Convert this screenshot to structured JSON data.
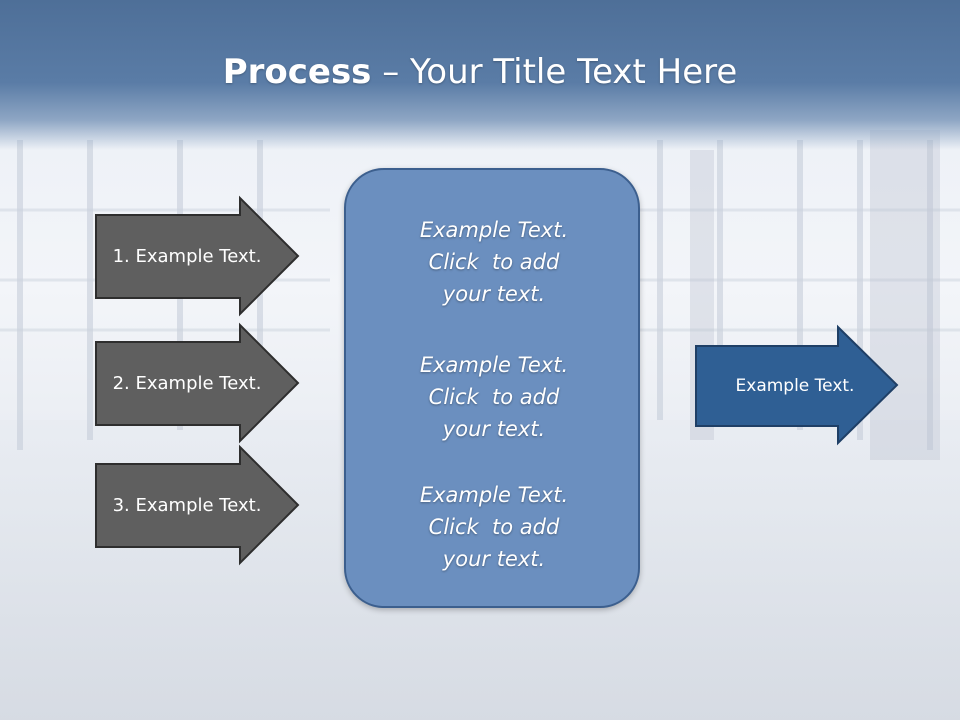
{
  "title": {
    "bold": "Process",
    "rest": " – Your Title Text Here"
  },
  "left_arrows": [
    {
      "label": "1. Example Text."
    },
    {
      "label": "2. Example Text."
    },
    {
      "label": "3. Example Text."
    }
  ],
  "center_box": {
    "blocks": [
      {
        "lines": [
          "Example Text.",
          "Click  to add",
          "your text."
        ]
      },
      {
        "lines": [
          "Example Text.",
          "Click  to add",
          "your text."
        ]
      },
      {
        "lines": [
          "Example Text.",
          "Click  to add",
          "your text."
        ]
      }
    ]
  },
  "right_arrow": {
    "label": "Example Text."
  },
  "colors": {
    "title_bar": "#5a7ca6",
    "left_arrow_fill": "#5f5f5f",
    "center_box_fill": "#6b8fbf",
    "right_arrow_fill": "#2f5f94"
  }
}
